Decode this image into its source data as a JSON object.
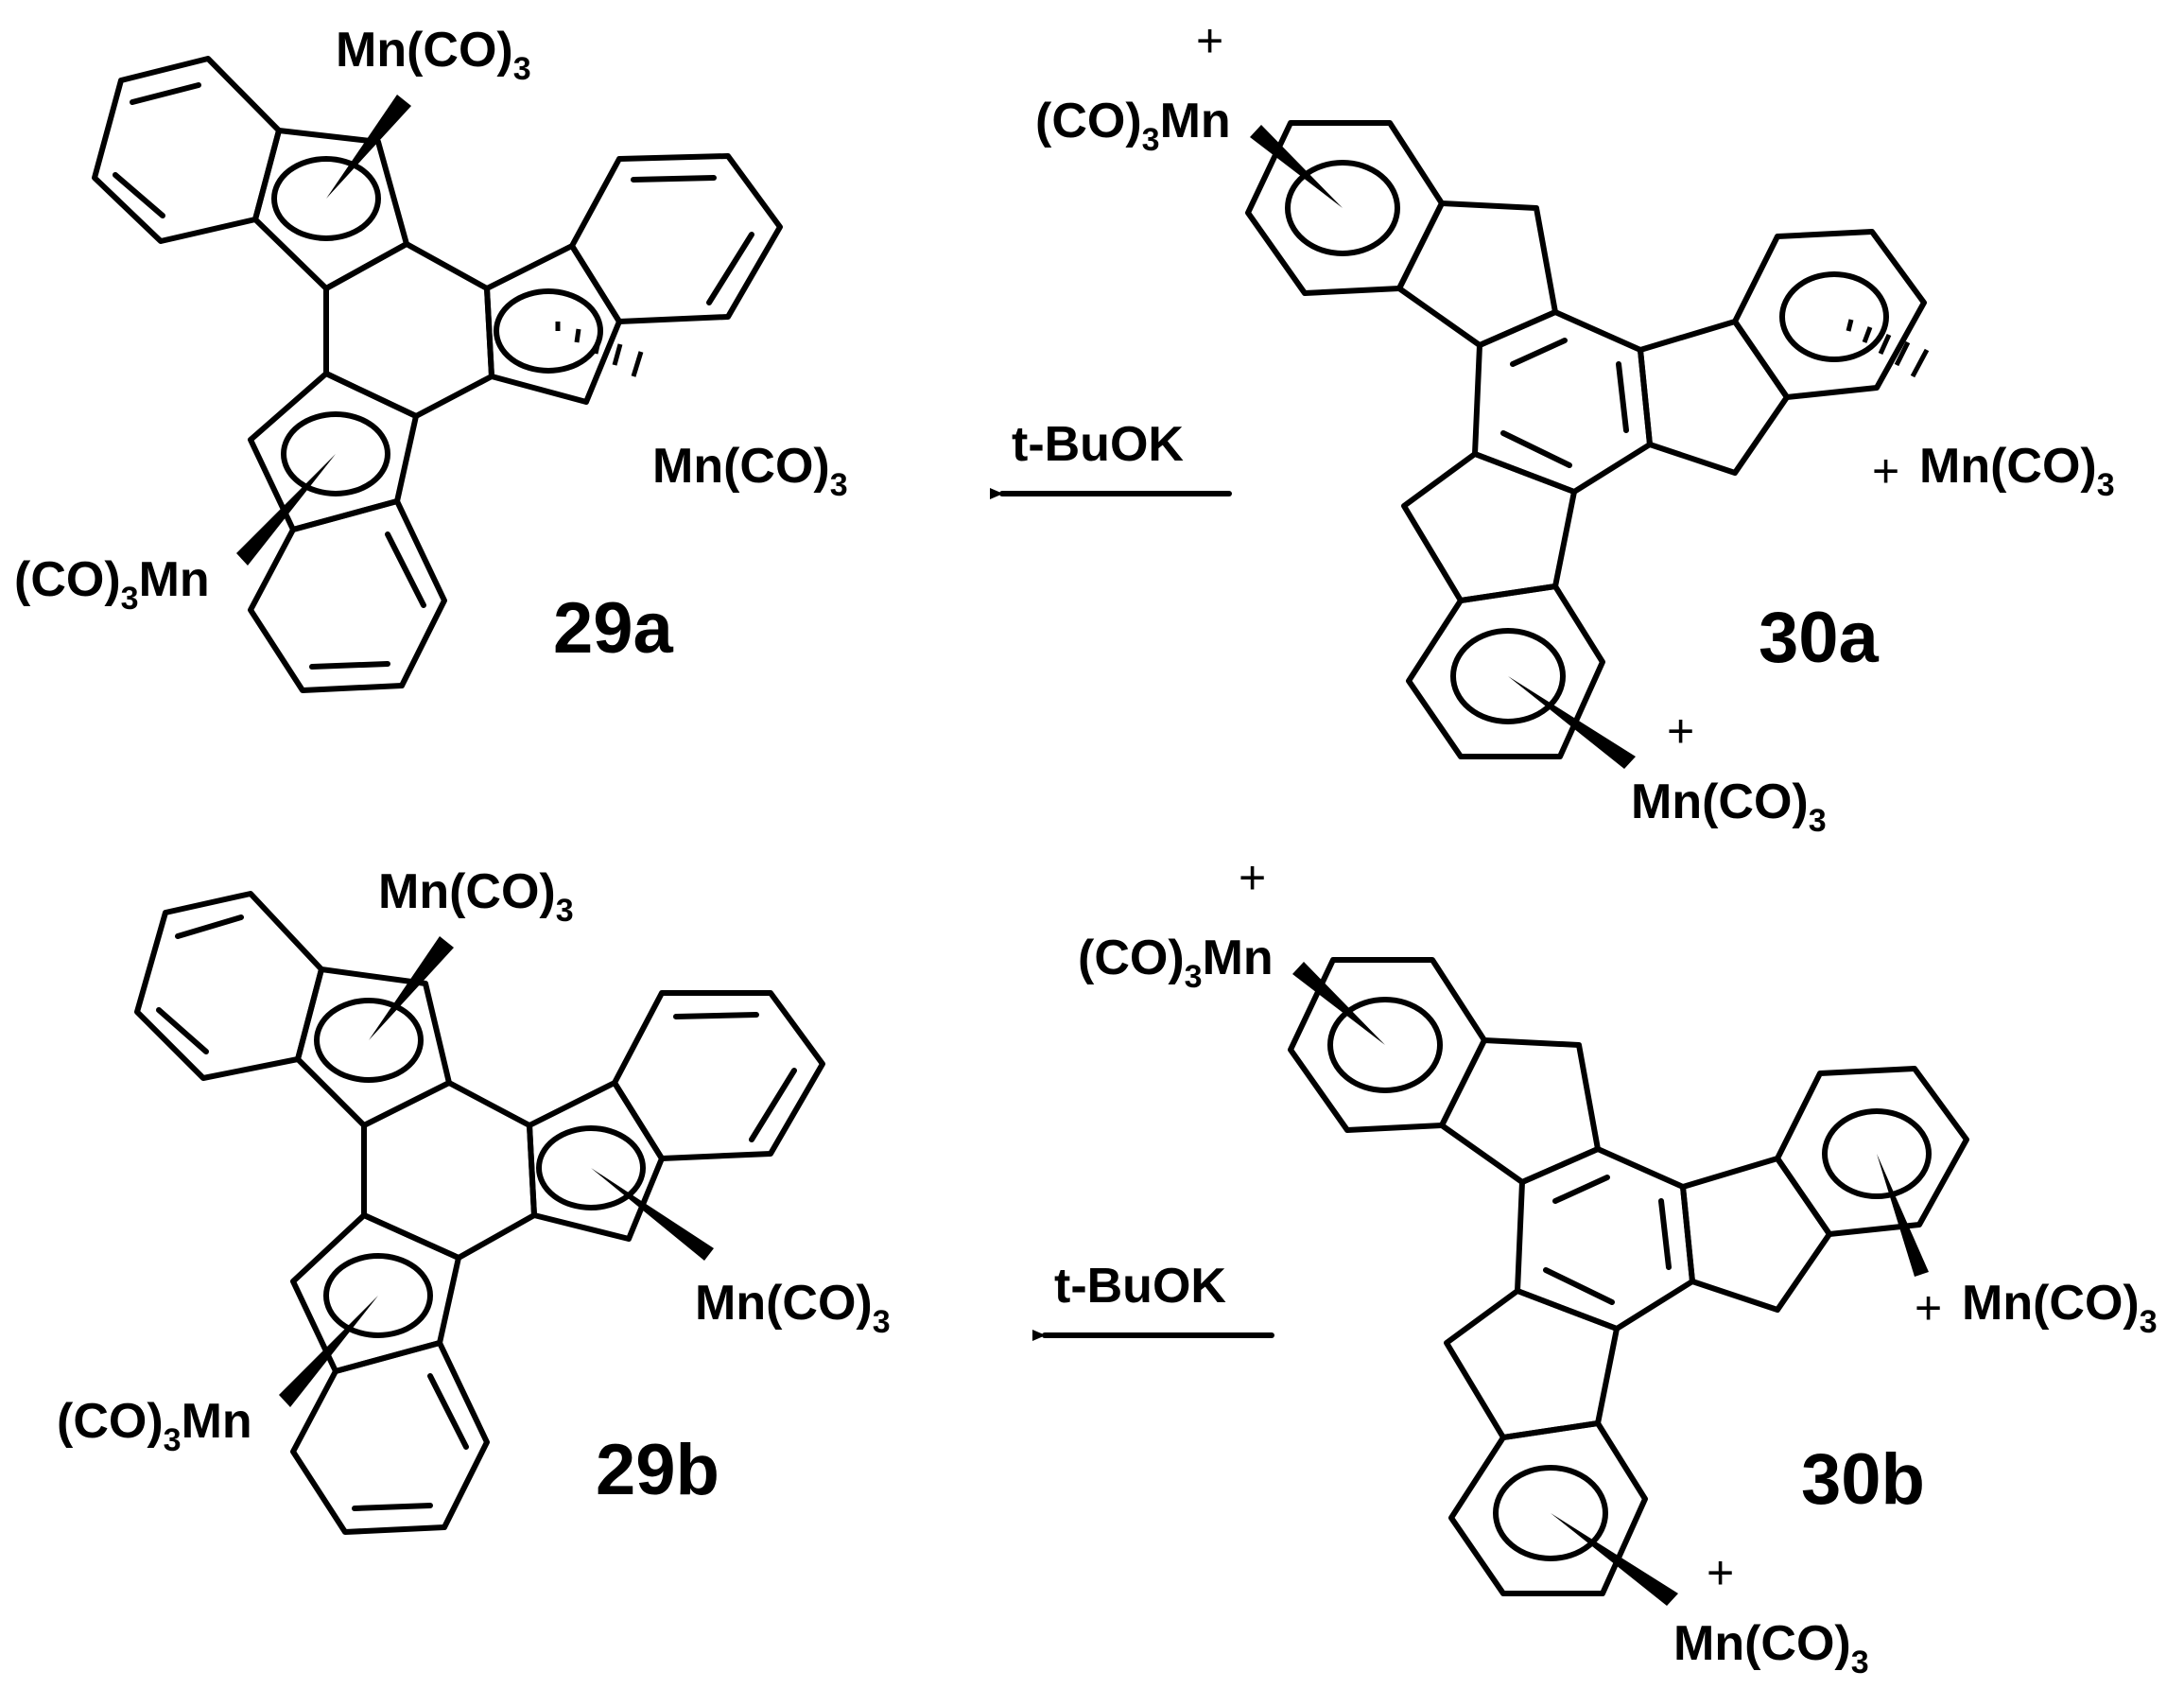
{
  "reagent": {
    "label": "t-BuOK"
  },
  "compounds": {
    "c29a": "29a",
    "c29b": "29b",
    "c30a": "30a",
    "c30b": "30b"
  },
  "mn": {
    "prefix": "Mn(CO)",
    "sub": "3",
    "rev_prefix": "(CO)",
    "rev_suffix": "Mn"
  },
  "charge": {
    "plus": "+"
  }
}
